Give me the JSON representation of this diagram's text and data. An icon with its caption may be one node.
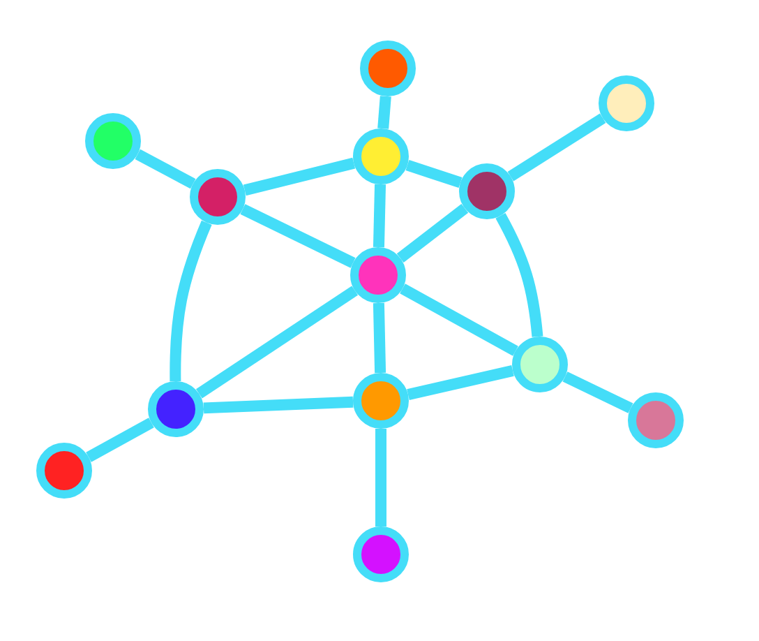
{
  "diagram": {
    "nodes": [
      {
        "text": [],
        "shape": "circle"
      },
      {
        "text": [],
        "shape": "circle"
      },
      {
        "text": [],
        "shape": "circle"
      },
      {
        "text": [],
        "shape": "circle"
      },
      {
        "text": [],
        "shape": "circle"
      },
      {
        "text": [],
        "shape": "circle"
      },
      {
        "text": [],
        "shape": "circle"
      },
      {
        "text": [],
        "shape": "circle"
      },
      {
        "text": [],
        "shape": "circle"
      },
      {
        "text": [],
        "shape": "circle"
      },
      {
        "text": [],
        "shape": "circle"
      },
      {
        "text": [],
        "shape": "circle"
      },
      {
        "text": [],
        "shape": "circle"
      }
    ],
    "edges": [
      {
        "from": 0,
        "to": 3,
        "arrow": "none"
      },
      {
        "from": 1,
        "to": 4,
        "arrow": "none"
      },
      {
        "from": 2,
        "to": 5,
        "arrow": "none"
      },
      {
        "from": 3,
        "to": 4,
        "arrow": "none"
      },
      {
        "from": 3,
        "to": 5,
        "arrow": "none"
      },
      {
        "from": 3,
        "to": 6,
        "arrow": "none"
      },
      {
        "from": 4,
        "to": 6,
        "arrow": "none"
      },
      {
        "from": 5,
        "to": 6,
        "arrow": "none"
      },
      {
        "from": 4,
        "to": 8,
        "arrow": "none"
      },
      {
        "from": 5,
        "to": 7,
        "arrow": "none"
      },
      {
        "from": 6,
        "to": 8,
        "arrow": "none"
      },
      {
        "from": 6,
        "to": 7,
        "arrow": "none"
      },
      {
        "from": 6,
        "to": 9,
        "arrow": "none"
      },
      {
        "from": 8,
        "to": 9,
        "arrow": "none"
      },
      {
        "from": 9,
        "to": 7,
        "arrow": "none"
      },
      {
        "from": 7,
        "to": 10,
        "arrow": "none"
      },
      {
        "from": 8,
        "to": 11,
        "arrow": "none"
      },
      {
        "from": 9,
        "to": 12,
        "arrow": "none"
      }
    ]
  }
}
